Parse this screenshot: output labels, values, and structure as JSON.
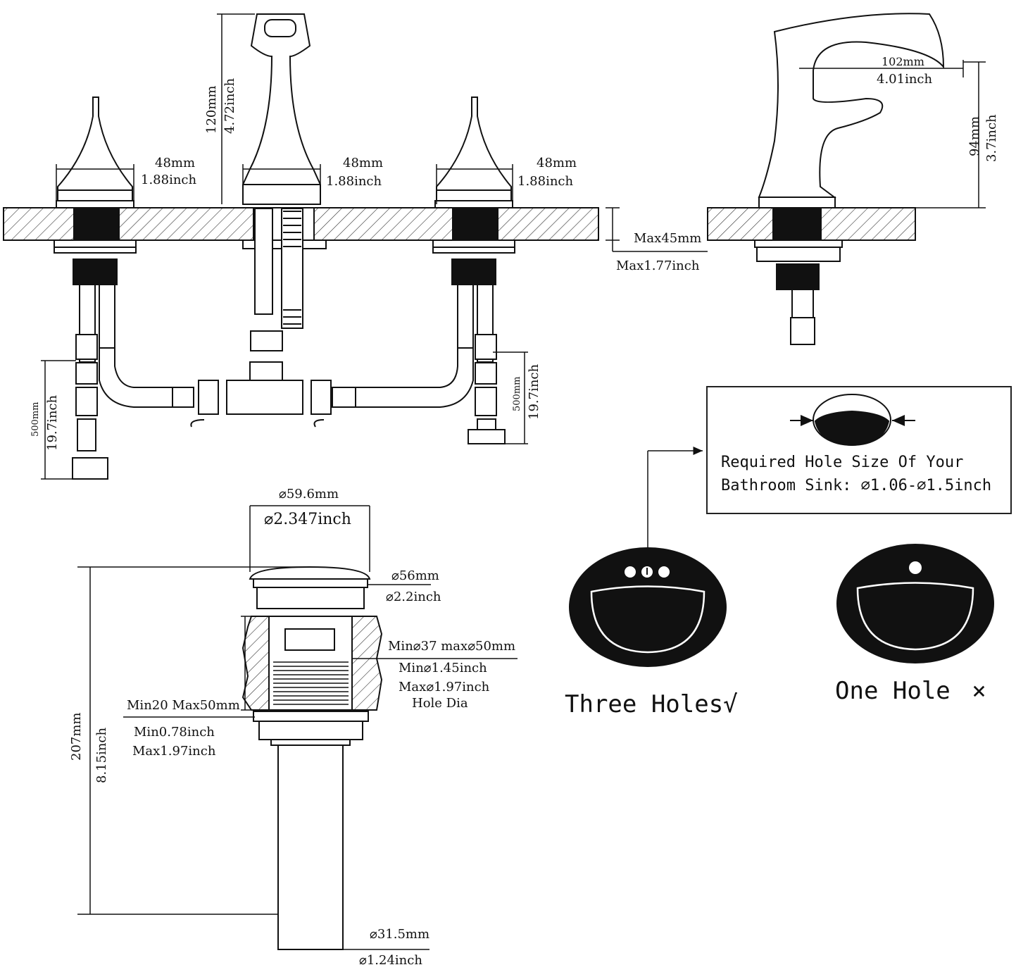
{
  "faucet_dimensions": {
    "handle_left_width_mm": "48mm",
    "handle_left_width_in": "1.88inch",
    "spout_base_width_mm": "48mm",
    "spout_base_width_in": "1.88inch",
    "handle_right_width_mm": "48mm",
    "handle_right_width_in": "1.88inch",
    "spout_height_mm": "120mm",
    "spout_height_in": "4.72inch",
    "deck_thickness_mm": "Max45mm",
    "deck_thickness_in": "Max1.77inch",
    "hose_left_length_mm": "500mm",
    "hose_left_length_in": "19.7inch",
    "hose_right_length_mm": "500mm",
    "hose_right_length_in": "19.7inch"
  },
  "side_view": {
    "reach_mm": "102mm",
    "reach_in": "4.01inch",
    "height_mm": "94mm",
    "height_in": "3.7inch"
  },
  "hole_note": {
    "line1": "Required Hole Size Of Your",
    "line2": "Bathroom Sink: ⌀1.06-⌀1.5inch"
  },
  "sink_options": {
    "three_holes_label": "Three Holes",
    "three_holes_mark": "√",
    "one_hole_label": "One Hole",
    "one_hole_mark": "×"
  },
  "drain_dimensions": {
    "cap_diameter_mm": "⌀59.6mm",
    "cap_diameter_in": "⌀2.347inch",
    "flange_diameter_mm": "⌀56mm",
    "flange_diameter_in": "⌀2.2inch",
    "hole_dia_mm": "Min⌀37 max⌀50mm",
    "hole_dia_in_min": "Min⌀1.45inch",
    "hole_dia_in_max": "Max⌀1.97inch",
    "hole_dia_label": "Hole Dia",
    "thickness_mm": "Min20 Max50mm",
    "thickness_in_min": "Min0.78inch",
    "thickness_in_max": "Max1.97inch",
    "total_length_mm": "207mm",
    "total_length_in": "8.15inch",
    "tail_diameter_mm": "⌀31.5mm",
    "tail_diameter_in": "⌀1.24inch"
  }
}
